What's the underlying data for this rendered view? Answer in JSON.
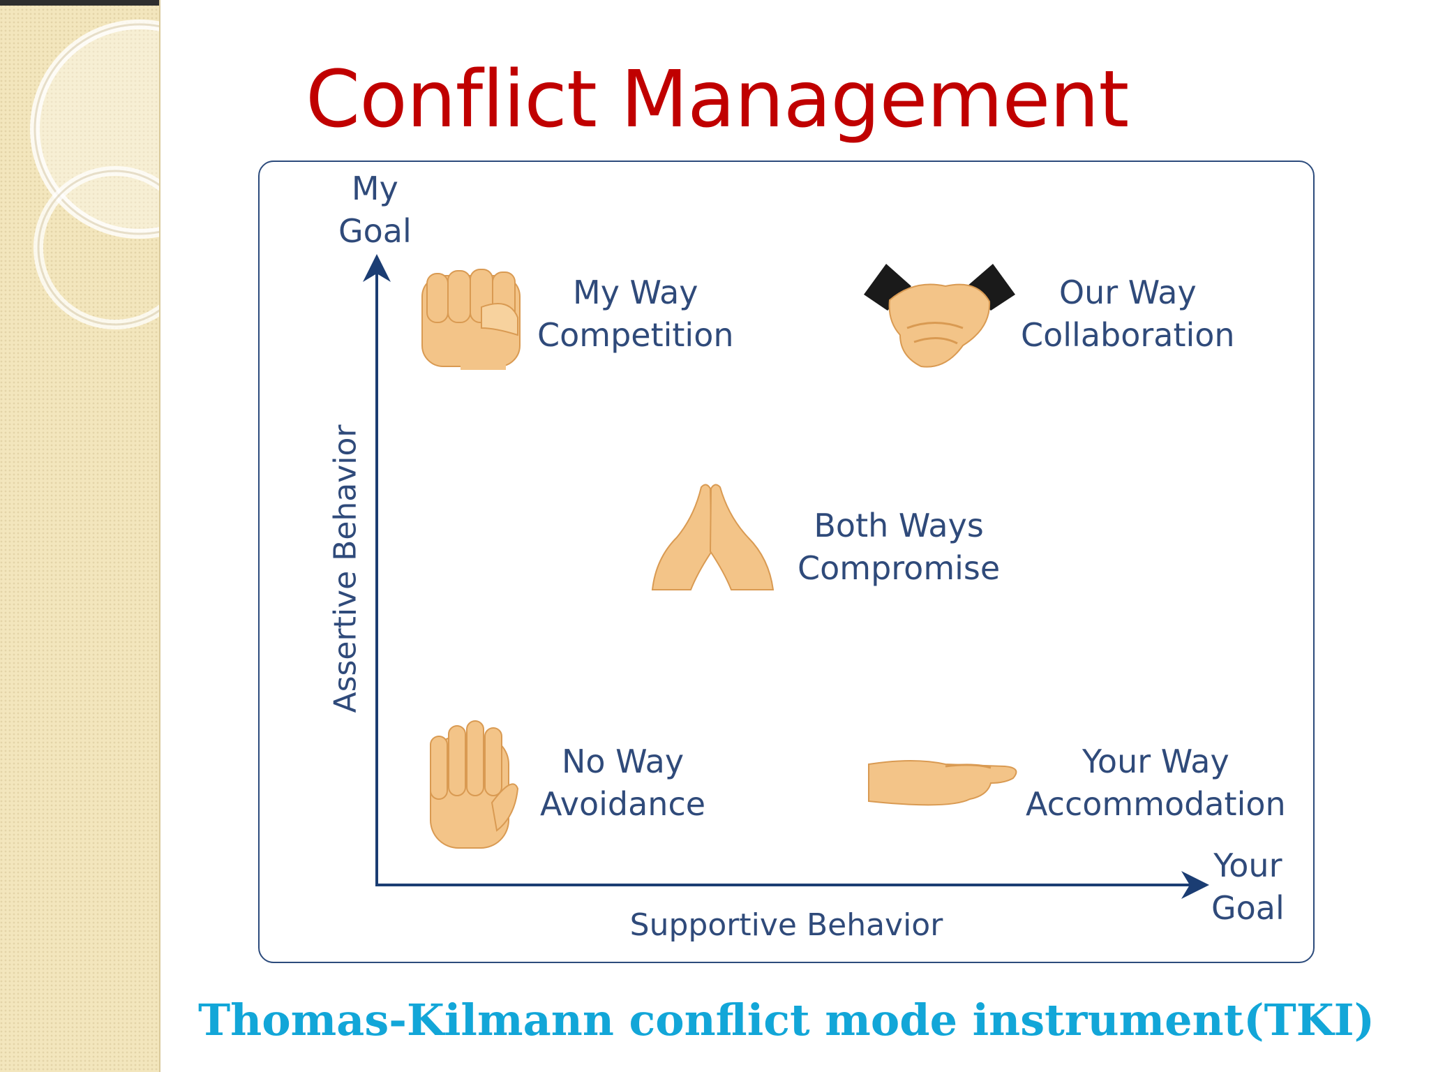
{
  "slide": {
    "title": "Conflict Management",
    "caption": "Thomas-Kilmann conflict mode instrument(TKI)"
  },
  "diagram": {
    "y_axis": {
      "label": "Assertive Behavior",
      "end_label_line1": "My",
      "end_label_line2": "Goal"
    },
    "x_axis": {
      "label": "Supportive Behavior",
      "end_label_line1": "Your",
      "end_label_line2": "Goal"
    },
    "modes": [
      {
        "id": "competition",
        "line1": "My Way",
        "line2": "Competition",
        "icon": "fist-icon"
      },
      {
        "id": "collaboration",
        "line1": "Our Way",
        "line2": "Collaboration",
        "icon": "handshake-icon"
      },
      {
        "id": "compromise",
        "line1": "Both Ways",
        "line2": "Compromise",
        "icon": "pressed-hands-icon"
      },
      {
        "id": "avoidance",
        "line1": "No Way",
        "line2": "Avoidance",
        "icon": "raised-hand-icon"
      },
      {
        "id": "accommodation",
        "line1": "Your Way",
        "line2": "Accommodation",
        "icon": "open-hand-icon"
      }
    ]
  },
  "colors": {
    "title": "#c00000",
    "caption": "#12a6d8",
    "axis": "#1b3d73",
    "label_text": "#2f4a7a",
    "skin": "#f3c488",
    "side_band": "#f3e6bd"
  }
}
